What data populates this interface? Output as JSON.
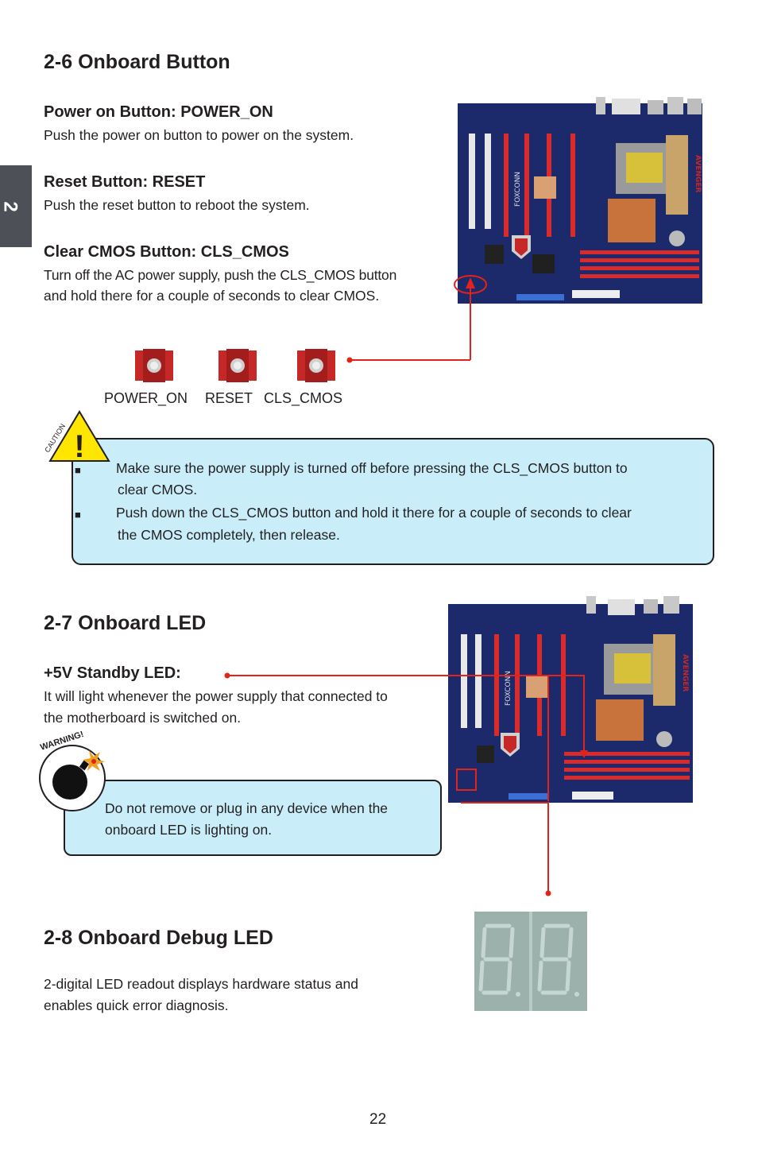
{
  "chapter_tab": "2",
  "section_26": {
    "title": "2-6 Onboard Button",
    "power_heading": "Power on Button: POWER_ON",
    "power_text": "Push the power on button to power on the system.",
    "reset_heading": "Reset Button: RESET",
    "reset_text": "Push the reset button to reboot the system.",
    "cmos_heading": "Clear CMOS Button: CLS_CMOS",
    "cmos_text_1": "Turn off the AC power supply, push the CLS_CMOS button",
    "cmos_text_2": "and hold there for a couple of seconds to clear CMOS.",
    "btn_labels": [
      "POWER_ON",
      "RESET",
      "CLS_CMOS"
    ]
  },
  "caution": {
    "badge": "CAUTION",
    "mark": "!",
    "bullet_glyph": "■",
    "item1_l1": "Make sure the power supply is turned off before pressing the CLS_CMOS button to",
    "item1_l2": "clear CMOS.",
    "item2_l1": "Push down the CLS_CMOS button and hold it there for a couple of seconds to clear",
    "item2_l2": "the CMOS completely, then release."
  },
  "section_27": {
    "title": "2-7 Onboard LED",
    "led_heading": "+5V Standby LED:",
    "led_text_1": "It will light whenever the power supply that connected to",
    "led_text_2": "the motherboard is switched on."
  },
  "warning": {
    "badge": "WARNING!",
    "text_1": "Do not remove or plug in any device when the",
    "text_2": "onboard LED is lighting on."
  },
  "section_28": {
    "title": "2-8 Onboard Debug LED",
    "text_1": "2-digital LED readout displays hardware status and",
    "text_2": "enables quick error diagnosis."
  },
  "board": {
    "brand": "FOXCONN",
    "model": "AVENGER"
  },
  "page_number": "22",
  "colors": {
    "pcb": "#1c2a6b",
    "accent_red": "#e2231a",
    "box_fill": "#c9eefa",
    "tab": "#4d5057"
  }
}
